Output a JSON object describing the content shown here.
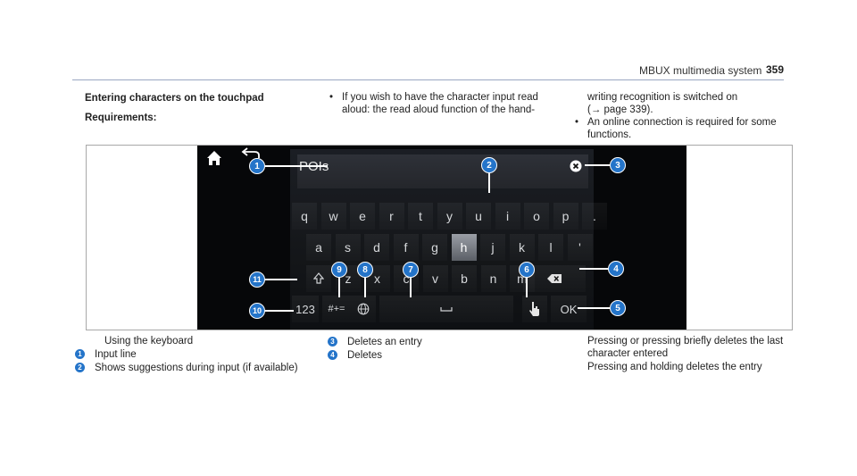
{
  "header": {
    "title": "MBUX multimedia system",
    "page": "359"
  },
  "section": {
    "title": "Entering characters on the touchpad",
    "requirements_label": "Requirements:"
  },
  "column2": {
    "bullet1_line1": "If you wish to have the character input read",
    "bullet1_line2": "aloud: the read aloud function of the hand-"
  },
  "column3": {
    "cont_line1": "writing recognition is switched on",
    "cont_line2": "(→ page 339).",
    "bullet2_line1": "An online connection is required for some",
    "bullet2_line2": "functions."
  },
  "screen": {
    "input_text": "POIs",
    "row1": [
      "q",
      "w",
      "e",
      "r",
      "t",
      "y",
      "u",
      "i",
      "o",
      "p",
      "."
    ],
    "row2": [
      "a",
      "s",
      "d",
      "f",
      "g",
      "h",
      "j",
      "k",
      "l",
      "'"
    ],
    "row3": [
      "z",
      "x",
      "c",
      "v",
      "b",
      "n",
      "m"
    ],
    "key_123": "123",
    "key_symbols": "#+=",
    "key_ok": "OK",
    "highlighted_key": "h"
  },
  "callouts": [
    "1",
    "2",
    "3",
    "4",
    "5",
    "6",
    "7",
    "8",
    "9",
    "10",
    "11"
  ],
  "colors": {
    "callout_blue": "#2474c9",
    "screen_bg": "#060709",
    "header_rule": "#9aa7c2"
  },
  "caption": {
    "title": "Using the keyboard",
    "items": [
      {
        "num": "1",
        "text": "Input line"
      },
      {
        "num": "2",
        "text": "Shows suggestions during input (if available)"
      },
      {
        "num": "3",
        "text": "Deletes an entry"
      },
      {
        "num": "4",
        "text": "Deletes"
      }
    ],
    "desc_line1": "Pressing or pressing briefly deletes the last",
    "desc_line2": "character entered",
    "desc_line3": "Pressing and holding deletes the entry"
  }
}
